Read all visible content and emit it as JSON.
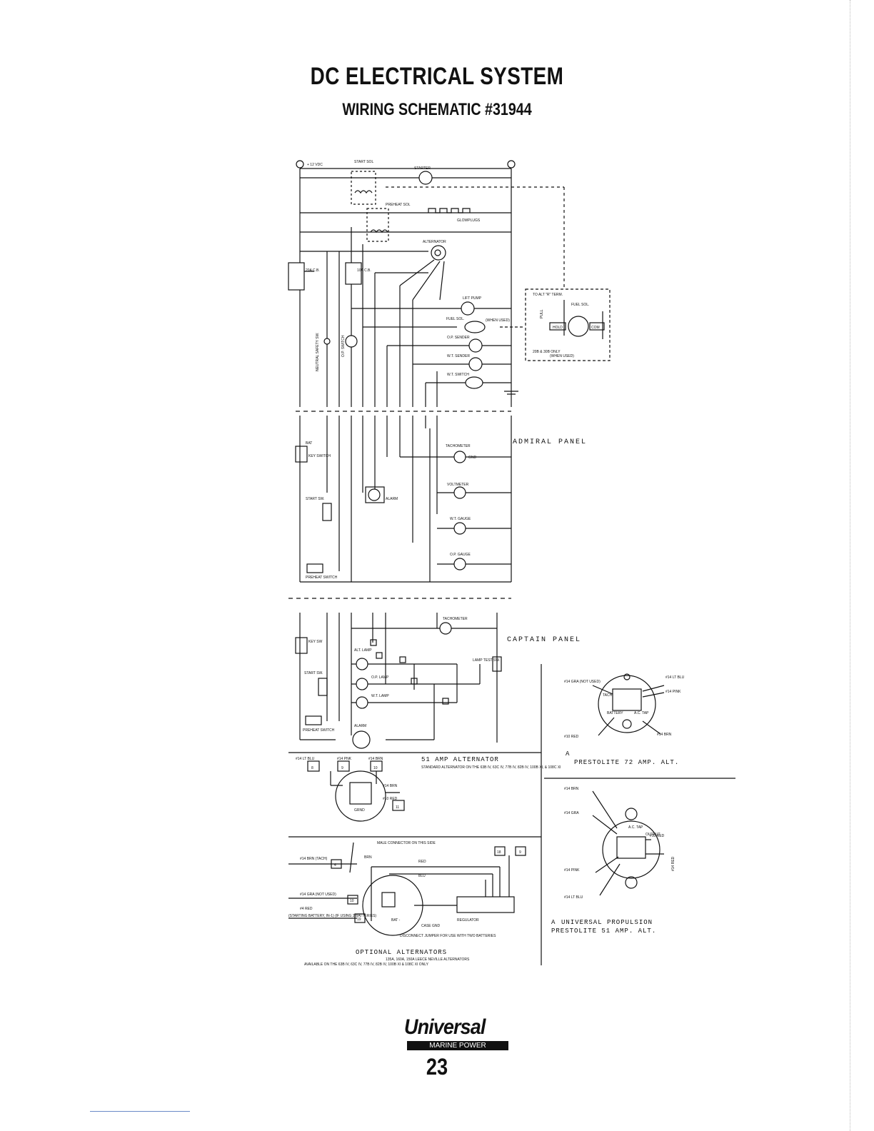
{
  "page": {
    "title": "DC ELECTRICAL SYSTEM",
    "subtitle": "WIRING SCHEMATIC #31944",
    "page_number": "23"
  },
  "brand": {
    "name": "Universal",
    "tagline": "MARINE POWER"
  },
  "engine_labels": {
    "plus_12vdc": "+ 12 VDC",
    "start_sol": "START SOL",
    "starter": "STARTER",
    "preheat_sol": "PREHEAT SOL",
    "glowplugs": "GLOWPLUGS",
    "alternator": "ALTERNATOR",
    "cb_20a": "20A C.B.",
    "cb_10a": "10A C.B.",
    "lift_pump": "LIFT PUMP",
    "fuel_sol": "FUEL SOL.",
    "when_used": "(WHEN USED)",
    "op_sender": "O.P. SENDER",
    "wt_sender": "W.T. SENDER",
    "wt_switch": "W.T. SWITCH",
    "neutral_safety_sw": "NEUTRAL SAFETY SW.",
    "op_switch": "O.P. SWITCH",
    "to_alt_term": "TO ALT \"R\" TERM.",
    "fuel_sol_box": "FUEL SOL.",
    "pull": "PULL",
    "hold": "HOLD",
    "com": "COM",
    "models_note": "20B & 30B ONLY",
    "models_note2": "(WHEN USED)"
  },
  "admiral_panel": {
    "name": "ADMIRAL PANEL",
    "key_switch": "KEY SWITCH",
    "bat": "BAT",
    "start_sw": "START SW.",
    "preheat_switch": "PREHEAT SWITCH",
    "tachometer": "TACHOMETER",
    "alarm": "ALARM",
    "voltmeter": "VOLTMETER",
    "wt_gauge": "W.T. GAUGE",
    "op_gauge": "O.P. GAUGE",
    "gnd": "GND"
  },
  "captain_panel": {
    "name": "CAPTAIN PANEL",
    "key_sw": "KEY SW",
    "start_sw": "START SW.",
    "preheat_switch": "PREHEAT SWITCH",
    "tachometer": "TACHOMETER",
    "alt_lamp": "ALT. LAMP",
    "op_lamp": "O.P. LAMP",
    "wt_lamp": "W.T. LAMP",
    "lamp_test_sw": "LAMP TEST SW.",
    "alarm": "ALARM"
  },
  "alt_51": {
    "title": "51 AMP ALTERNATOR",
    "note": "STANDARD ALTERNATOR ON THE 63B IV, 63C IV, 77B IV, 82B IV, 100B XI, & 108C XI",
    "wire_lt_blu": "#14 LT BLU",
    "wire_pnk": "#14 PNK",
    "wire_brn": "#14 BRN",
    "wire_red": "#10 RED",
    "term_8": "8",
    "term_9": "9",
    "term_10": "10",
    "term_11": "11",
    "grnd": "GRND"
  },
  "optional_alts": {
    "title": "OPTIONAL ALTERNATORS",
    "note": "135A, 160A, 150A LEECE NEVILLE ALTERNATORS",
    "note2": "AVAILABLE ON THE 63B IV, 63C IV, 77B IV, 82B IV, 100B XI & 108C XI ONLY",
    "male_connector": "MALE CONNECTOR ON THIS SIDE",
    "wire_brn_tach": "#14 BRN (TACH)",
    "wire_not_used": "#14 GRA (NOT USED)",
    "wire_red": "#4 RED",
    "starting_battery": "(STARTING BATTERY, IN-1) (IF USING 2 BATTERIES)",
    "regulator": "REGULATOR",
    "case_gnd": "CASE GND",
    "disconnect_jumper": "DISCONNECT JUMPER FOR USE WITH TWO BATTERIES",
    "bat_minus": "BAT -",
    "red": "RED",
    "blu": "BLU",
    "brn": "BRN",
    "term_4": "4",
    "term_10": "10",
    "term_19": "19",
    "term_18": "18",
    "term_9": "9"
  },
  "prestolite_72": {
    "title": "PRESTOLITE 72 AMP. ALT.",
    "wire_gra": "#14 GRA (NOT USED)",
    "wire_lt_blu": "#14 LT BLU",
    "wire_pink": "#14 PINK",
    "wire_red": "#10 RED",
    "wire_brn": "#14 BRN",
    "tach": "TACH",
    "battery": "BATTERY",
    "ac_tap": "A.C. TAP",
    "marker": "A"
  },
  "universal_propulsion": {
    "title": "UNIVERSAL PROPULSION",
    "subtitle": "PRESTOLITE 51 AMP. ALT.",
    "wire_brn": "#14 BRN",
    "wire_gra": "#14 GRA",
    "wire_pink": "#14 PINK",
    "wire_lt_blu": "#14 LT BLU",
    "wire_red": "#10 RED",
    "wire_red2": "#14 RED",
    "ac_tap": "A.C. TAP",
    "output": "OUTPUT",
    "marker": "A"
  }
}
